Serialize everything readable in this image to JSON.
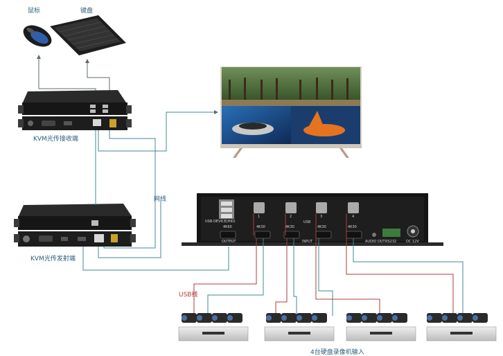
{
  "labels": {
    "mouse": "鼠标",
    "keyboard": "键盘",
    "receiver": "KVM光传接收端",
    "network": "网线",
    "transmitter": "KVM光传发射端",
    "usb_cable": "USB线",
    "dvr_input": "4台硬盘录像机输入"
  },
  "quad_splitter": {
    "usb_device": "USB-DEVICE(HID)",
    "output_res": "4K60",
    "output": "OUTPUT",
    "input": "INPUT",
    "usb": "USB",
    "ports": [
      {
        "number": "1",
        "res": "4K30"
      },
      {
        "number": "2",
        "res": "4K30"
      },
      {
        "number": "3",
        "res": "4K30"
      },
      {
        "number": "4",
        "res": "4K30"
      }
    ],
    "audio_out": "AUDIO OUT",
    "rs232": "RS232",
    "dc": "DC 12V"
  },
  "colors": {
    "signal_line": "#3f8a96",
    "usb_line": "#b03a3a",
    "arrow": "#5c6b70"
  }
}
